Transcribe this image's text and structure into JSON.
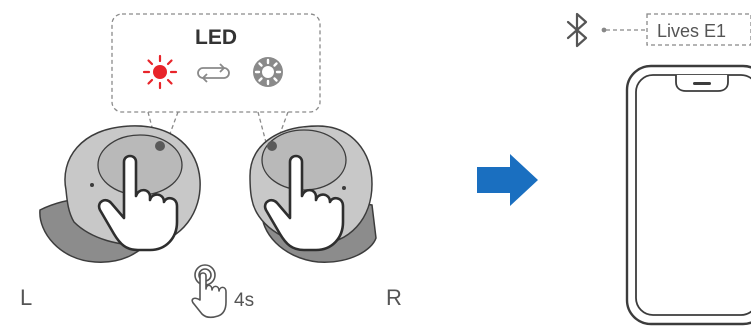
{
  "led_label": "LED",
  "led_states": [
    {
      "icon": "red-led-blink-icon",
      "color": "#e8242a"
    },
    {
      "icon": "alternate-loop-icon",
      "color": "#8a8a8a"
    },
    {
      "icon": "white-led-icon",
      "color": "#8a8a8a"
    }
  ],
  "left_label": "L",
  "right_label": "R",
  "touch_hint": {
    "icon": "long-press-hand-icon",
    "duration": "4s"
  },
  "arrow": {
    "icon": "right-arrow-icon",
    "color": "#1a6fc0"
  },
  "bluetooth": {
    "icon": "bluetooth-icon",
    "device_name": "Lives E1"
  },
  "phone": {
    "icon": "smartphone-icon"
  },
  "colors": {
    "earbud_body": "#c8c8c8",
    "earbud_top": "#b9b9b9",
    "earbud_tip": "#8c8c8c",
    "outline": "#3c3c3c"
  }
}
